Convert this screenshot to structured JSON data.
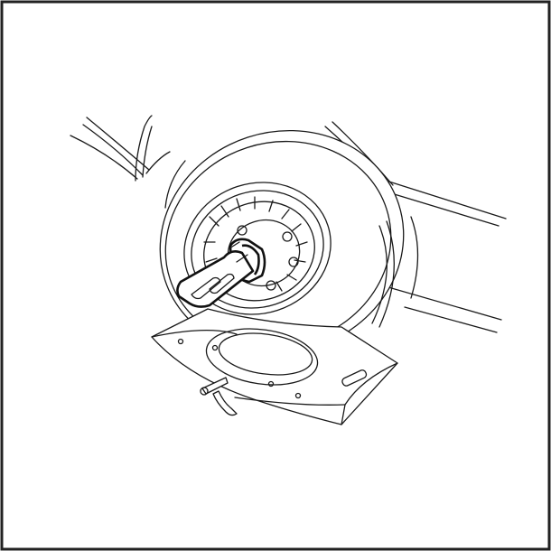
{
  "figure": {
    "frame_color": "#222222",
    "line_color": "#1a1a1a",
    "background": "#ffffff",
    "subjects": [
      "vehicle-body",
      "tire",
      "wheel-rim",
      "diagnostic-adapter",
      "wheel-mounting-plate"
    ]
  }
}
